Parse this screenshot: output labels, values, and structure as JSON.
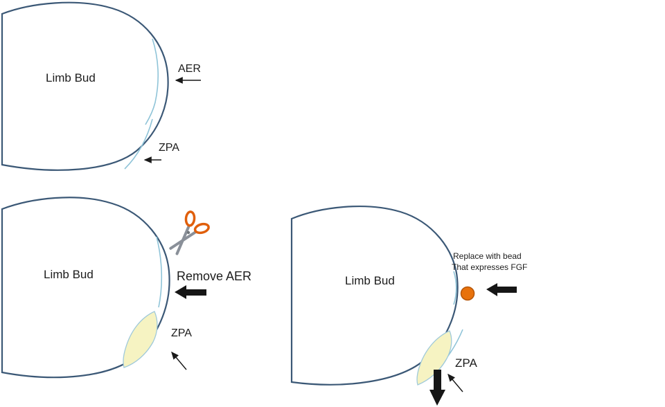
{
  "colors": {
    "outline": "#3b5876",
    "aer_line": "#8fc4d8",
    "zpa_fill": "#f6f3c2",
    "zpa_stroke": "#9fc9da",
    "bead_fill": "#e8720c",
    "bead_stroke": "#b65608",
    "scissors_handle": "#e05f0c",
    "scissors_blade": "#8a9099",
    "arrow": "#161616"
  },
  "panel_top_left": {
    "limb_label": "Limb Bud",
    "aer_label": "AER",
    "zpa_label": "ZPA"
  },
  "panel_bottom_left": {
    "limb_label": "Limb Bud",
    "action_label": "Remove AER",
    "zpa_label": "ZPA"
  },
  "panel_bottom_right": {
    "limb_label": "Limb Bud",
    "bead_label_line1": "Replace with bead",
    "bead_label_line2": "That expresses FGF",
    "zpa_label": "ZPA"
  }
}
